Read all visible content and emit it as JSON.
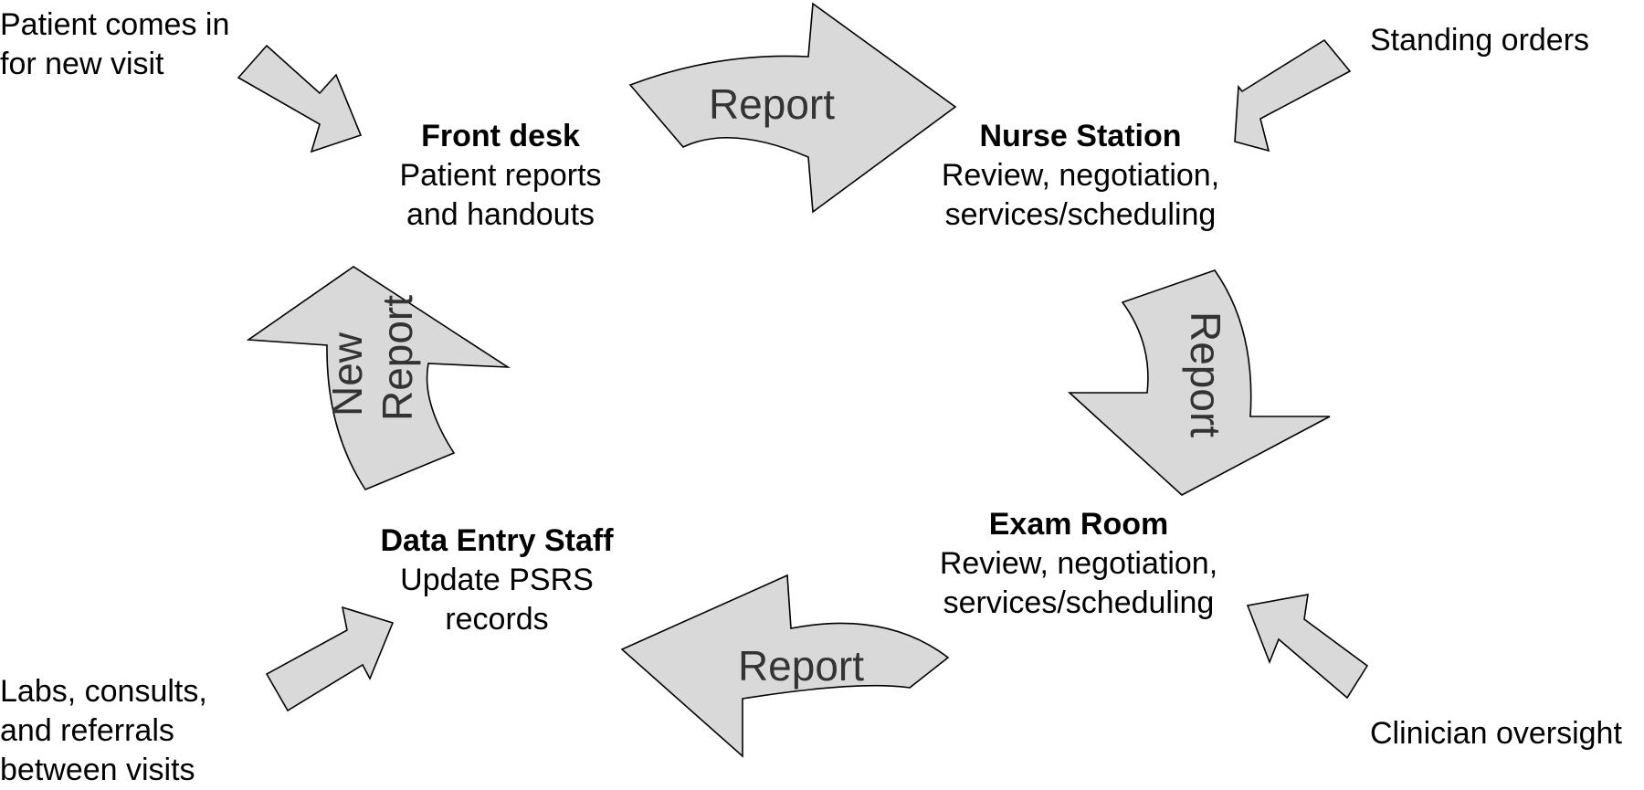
{
  "nodes": {
    "front_desk": {
      "title": "Front desk",
      "lines": [
        "Patient reports",
        "and handouts"
      ]
    },
    "nurse_station": {
      "title": "Nurse Station",
      "lines": [
        "Review, negotiation,",
        "services/scheduling"
      ]
    },
    "exam_room": {
      "title": "Exam Room",
      "lines": [
        "Review, negotiation,",
        "services/scheduling"
      ]
    },
    "data_entry": {
      "title": "Data Entry Staff",
      "lines": [
        "Update PSRS",
        "records"
      ]
    }
  },
  "flow_arrows": {
    "top": "Report",
    "right": "Report",
    "bottom": "Report",
    "left_line1": "New",
    "left_line2": "Report"
  },
  "inputs": {
    "top_left": [
      "Patient comes in",
      "for new visit"
    ],
    "top_right": [
      "Standing orders"
    ],
    "bottom_left": [
      "Labs, consults,",
      "and referrals",
      "between visits"
    ],
    "bottom_right": [
      "Clinician oversight"
    ]
  },
  "colors": {
    "arrow_fill": "#d9d9d9",
    "arrow_stroke": "#000000",
    "text": "#000000"
  }
}
